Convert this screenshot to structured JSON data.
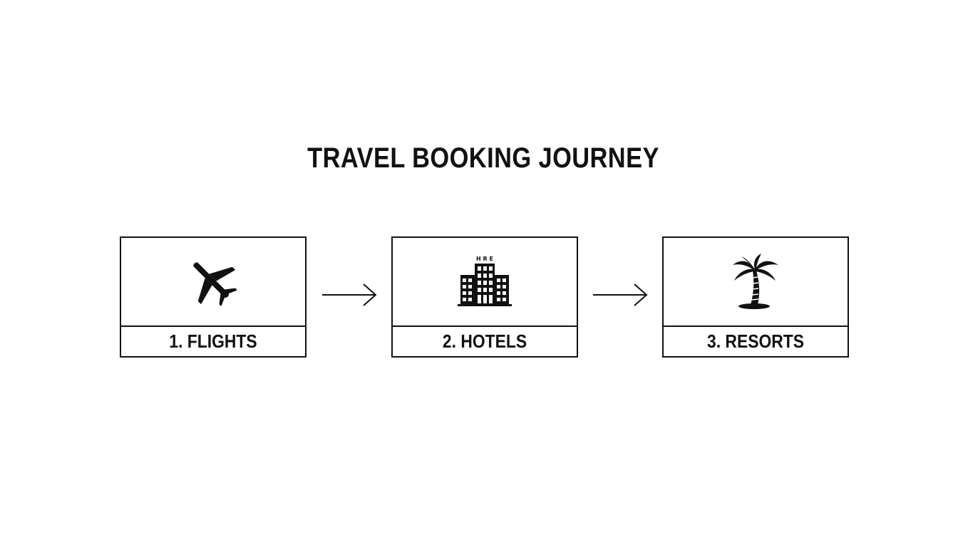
{
  "title": "TRAVEL BOOKING JOURNEY",
  "steps": [
    {
      "label": "1. FLIGHTS",
      "icon": "airplane-icon"
    },
    {
      "label": "2. HOTELS",
      "icon": "hotel-building-icon"
    },
    {
      "label": "3. RESORTS",
      "icon": "palm-tree-icon"
    }
  ],
  "hotel_sign": "H R E",
  "colors": {
    "foreground": "#111111",
    "background": "#ffffff"
  }
}
